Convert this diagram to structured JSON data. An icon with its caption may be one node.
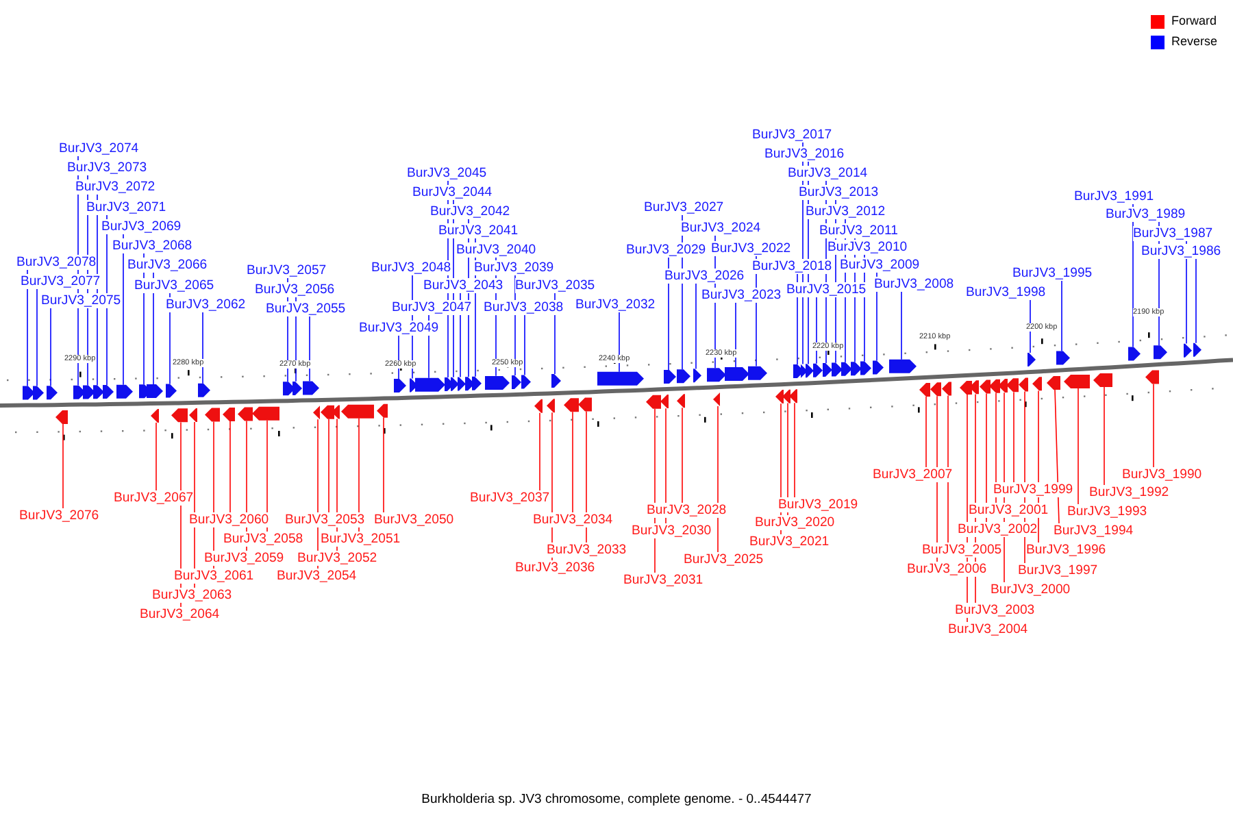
{
  "diagram": {
    "caption": "Burkholderia sp. JV3 chromosome, complete genome. - 0..4544477",
    "nodes": [
      {
        "text": [
          "BurJV3_2074"
        ]
      },
      {
        "text": [
          "BurJV3_2073"
        ]
      },
      {
        "text": [
          "BurJV3_2072"
        ]
      },
      {
        "text": [
          "BurJV3_2071"
        ]
      },
      {
        "text": [
          "BurJV3_2069"
        ]
      },
      {
        "text": [
          "BurJV3_2068"
        ]
      },
      {
        "text": [
          "BurJV3_2078"
        ]
      },
      {
        "text": [
          "BurJV3_2077"
        ]
      },
      {
        "text": [
          "BurJV3_2075"
        ]
      },
      {
        "text": [
          "BurJV3_2066"
        ]
      },
      {
        "text": [
          "BurJV3_2065"
        ]
      },
      {
        "text": [
          "BurJV3_2062"
        ]
      },
      {
        "text": [
          "BurJV3_2057"
        ]
      },
      {
        "text": [
          "BurJV3_2056"
        ]
      },
      {
        "text": [
          "BurJV3_2055"
        ]
      },
      {
        "text": [
          "BurJV3_2045"
        ]
      },
      {
        "text": [
          "BurJV3_2044"
        ]
      },
      {
        "text": [
          "BurJV3_2042"
        ]
      },
      {
        "text": [
          "BurJV3_2041"
        ]
      },
      {
        "text": [
          "BurJV3_2040"
        ]
      },
      {
        "text": [
          "BurJV3_2048"
        ]
      },
      {
        "text": [
          "BurJV3_2043"
        ]
      },
      {
        "text": [
          "BurJV3_2039"
        ]
      },
      {
        "text": [
          "BurJV3_2035"
        ]
      },
      {
        "text": [
          "BurJV3_2047"
        ]
      },
      {
        "text": [
          "BurJV3_2038"
        ]
      },
      {
        "text": [
          "BurJV3_2049"
        ]
      },
      {
        "text": [
          "BurJV3_2032"
        ]
      },
      {
        "text": [
          "BurJV3_2027"
        ]
      },
      {
        "text": [
          "BurJV3_2024"
        ]
      },
      {
        "text": [
          "BurJV3_2022"
        ]
      },
      {
        "text": [
          "BurJV3_2029"
        ]
      },
      {
        "text": [
          "BurJV3_2026"
        ]
      },
      {
        "text": [
          "BurJV3_2023"
        ]
      },
      {
        "text": [
          "BurJV3_2017"
        ]
      },
      {
        "text": [
          "BurJV3_2016"
        ]
      },
      {
        "text": [
          "BurJV3_2014"
        ]
      },
      {
        "text": [
          "BurJV3_2013"
        ]
      },
      {
        "text": [
          "BurJV3_2012"
        ]
      },
      {
        "text": [
          "BurJV3_2011"
        ]
      },
      {
        "text": [
          "BurJV3_2010"
        ]
      },
      {
        "text": [
          "BurJV3_2018"
        ]
      },
      {
        "text": [
          "BurJV3_2009"
        ]
      },
      {
        "text": [
          "BurJV3_2015"
        ]
      },
      {
        "text": [
          "BurJV3_2008"
        ]
      },
      {
        "text": [
          "BurJV3_1998"
        ]
      },
      {
        "text": [
          "BurJV3_1995"
        ]
      },
      {
        "text": [
          "BurJV3_1991"
        ]
      },
      {
        "text": [
          "BurJV3_1989"
        ]
      },
      {
        "text": [
          "BurJV3_1987"
        ]
      },
      {
        "text": [
          "BurJV3_1986"
        ]
      },
      {
        "text": [
          "BurJV3_2076"
        ]
      },
      {
        "text": [
          "BurJV3_2067"
        ]
      },
      {
        "text": [
          "BurJV3_2060"
        ]
      },
      {
        "text": [
          "BurJV3_2058"
        ]
      },
      {
        "text": [
          "BurJV3_2059"
        ]
      },
      {
        "text": [
          "BurJV3_2061"
        ]
      },
      {
        "text": [
          "BurJV3_2063"
        ]
      },
      {
        "text": [
          "BurJV3_2064"
        ]
      },
      {
        "text": [
          "BurJV3_2053"
        ]
      },
      {
        "text": [
          "BurJV3_2050"
        ]
      },
      {
        "text": [
          "BurJV3_2051"
        ]
      },
      {
        "text": [
          "BurJV3_2052"
        ]
      },
      {
        "text": [
          "BurJV3_2054"
        ]
      },
      {
        "text": [
          "BurJV3_2037"
        ]
      },
      {
        "text": [
          "BurJV3_2034"
        ]
      },
      {
        "text": [
          "BurJV3_2033"
        ]
      },
      {
        "text": [
          "BurJV3_2036"
        ]
      },
      {
        "text": [
          "BurJV3_2028"
        ]
      },
      {
        "text": [
          "BurJV3_2030"
        ]
      },
      {
        "text": [
          "BurJV3_2031"
        ]
      },
      {
        "text": [
          "BurJV3_2025"
        ]
      },
      {
        "text": [
          "BurJV3_2019"
        ]
      },
      {
        "text": [
          "BurJV3_2020"
        ]
      },
      {
        "text": [
          "BurJV3_2021"
        ]
      },
      {
        "text": [
          "BurJV3_2007"
        ]
      },
      {
        "text": [
          "BurJV3_2005"
        ]
      },
      {
        "text": [
          "BurJV3_2006"
        ]
      },
      {
        "text": [
          "BurJV3_2003"
        ]
      },
      {
        "text": [
          "BurJV3_2004"
        ]
      },
      {
        "text": [
          "BurJV3_1999"
        ]
      },
      {
        "text": [
          "BurJV3_2001"
        ]
      },
      {
        "text": [
          "BurJV3_2002"
        ]
      },
      {
        "text": [
          "BurJV3_2000"
        ]
      },
      {
        "text": [
          "BurJV3_1997"
        ]
      },
      {
        "text": [
          "BurJV3_1996"
        ]
      },
      {
        "text": [
          "BurJV3_1994"
        ]
      },
      {
        "text": [
          "BurJV3_1993"
        ]
      },
      {
        "text": [
          "BurJV3_1992"
        ]
      },
      {
        "text": [
          "BurJV3_1990"
        ]
      },
      {
        "text": [],
        "shape": "arrow"
      },
      {
        "text": [],
        "shape": "arrow"
      },
      {
        "text": [],
        "shape": "arrow"
      },
      {
        "text": [],
        "shape": "arrow"
      },
      {
        "text": [],
        "shape": "arrow"
      },
      {
        "text": [],
        "shape": "arrow"
      },
      {
        "text": [],
        "shape": "arrow"
      },
      {
        "text": [],
        "shape": "arrow"
      },
      {
        "text": [],
        "shape": "arrow"
      },
      {
        "text": [],
        "shape": "arrow"
      },
      {
        "text": [],
        "shape": "arrow"
      },
      {
        "text": [],
        "shape": "arrow"
      },
      {
        "text": [],
        "shape": "arrow"
      },
      {
        "text": [],
        "shape": "arrow"
      },
      {
        "text": [],
        "shape": "arrow"
      },
      {
        "text": [],
        "shape": "arrow"
      },
      {
        "text": [],
        "shape": "arrow"
      },
      {
        "text": [],
        "shape": "arrow"
      },
      {
        "text": [],
        "shape": "arrow"
      },
      {
        "text": [],
        "shape": "arrow"
      },
      {
        "text": [],
        "shape": "arrow"
      },
      {
        "text": [],
        "shape": "arrow"
      },
      {
        "text": [],
        "shape": "arrow"
      },
      {
        "text": [],
        "shape": "arrow"
      },
      {
        "text": [],
        "shape": "arrow"
      },
      {
        "text": [],
        "shape": "arrow"
      },
      {
        "text": [],
        "shape": "arrow"
      },
      {
        "text": [],
        "shape": "arrow"
      },
      {
        "text": [],
        "shape": "arrow"
      },
      {
        "text": [],
        "shape": "arrow"
      },
      {
        "text": [],
        "shape": "arrow"
      },
      {
        "text": [],
        "shape": "arrow"
      },
      {
        "text": [],
        "shape": "arrow"
      },
      {
        "text": [],
        "shape": "arrow"
      },
      {
        "text": [],
        "shape": "arrow"
      },
      {
        "text": [],
        "shape": "arrow"
      },
      {
        "text": [],
        "shape": "arrow"
      },
      {
        "text": [],
        "shape": "arrow"
      },
      {
        "text": [],
        "shape": "arrow"
      },
      {
        "text": [],
        "shape": "arrow"
      },
      {
        "text": [],
        "shape": "arrow"
      },
      {
        "text": [],
        "shape": "arrow"
      },
      {
        "text": [],
        "shape": "arrow"
      },
      {
        "text": [],
        "shape": "arrow"
      },
      {
        "text": [],
        "shape": "arrow"
      },
      {
        "text": [],
        "shape": "arrow"
      },
      {
        "text": [],
        "shape": "arrow"
      },
      {
        "text": [],
        "shape": "arrow"
      },
      {
        "text": [],
        "shape": "arrow"
      },
      {
        "text": [],
        "shape": "arrow"
      },
      {
        "text": [],
        "shape": "arrow"
      },
      {
        "text": [],
        "shape": "arrow"
      },
      {
        "text": [],
        "shape": "arrow"
      },
      {
        "text": [],
        "shape": "arrow"
      },
      {
        "text": [],
        "shape": "arrow"
      },
      {
        "text": [],
        "shape": "arrow"
      },
      {
        "text": [],
        "shape": "arrow"
      },
      {
        "text": [],
        "shape": "arrow"
      },
      {
        "text": [],
        "shape": "arrow"
      },
      {
        "text": [],
        "shape": "arrow"
      },
      {
        "text": [],
        "shape": "arrow"
      },
      {
        "text": [],
        "shape": "arrow"
      },
      {
        "text": [],
        "shape": "arrow"
      },
      {
        "text": [],
        "shape": "arrow"
      },
      {
        "text": [],
        "shape": "arrow"
      },
      {
        "text": [],
        "shape": "arrow"
      },
      {
        "text": [],
        "shape": "arrow"
      },
      {
        "text": [],
        "shape": "arrow"
      },
      {
        "text": [],
        "shape": "arrow"
      },
      {
        "text": [],
        "shape": "arrow"
      },
      {
        "text": [],
        "shape": "arrow"
      },
      {
        "text": [],
        "shape": "arrow"
      },
      {
        "text": [],
        "shape": "arrow"
      },
      {
        "text": [],
        "shape": "arrow"
      },
      {
        "text": [],
        "shape": "arrow"
      },
      {
        "text": [],
        "shape": "arrow"
      },
      {
        "text": [],
        "shape": "arrow"
      },
      {
        "text": [],
        "shape": "arrow"
      },
      {
        "text": [],
        "shape": "arrow"
      },
      {
        "text": [],
        "shape": "arrow"
      },
      {
        "text": [],
        "shape": "arrow"
      },
      {
        "text": [],
        "shape": "arrow"
      },
      {
        "text": [],
        "shape": "arrow"
      },
      {
        "text": [],
        "shape": "arrow"
      },
      {
        "text": [],
        "shape": "arrow"
      },
      {
        "text": [],
        "shape": "arrow"
      },
      {
        "text": [],
        "shape": "arrow"
      },
      {
        "text": [],
        "shape": "arrow"
      },
      {
        "text": [],
        "shape": "arrow"
      },
      {
        "text": [],
        "shape": "arrow"
      }
    ],
    "edges": [
      {
        "from": 0,
        "to": 93,
        "arrow": "none"
      },
      {
        "from": 1,
        "to": 94,
        "arrow": "none"
      },
      {
        "from": 2,
        "to": 95,
        "arrow": "none"
      },
      {
        "from": 3,
        "to": 96,
        "arrow": "none"
      },
      {
        "from": 4,
        "to": 97,
        "arrow": "none"
      },
      {
        "from": 5,
        "to": 98,
        "arrow": "none"
      },
      {
        "from": 6,
        "to": 90,
        "arrow": "none"
      },
      {
        "from": 7,
        "to": 91,
        "arrow": "none"
      },
      {
        "from": 8,
        "to": 92,
        "arrow": "none"
      },
      {
        "from": 9,
        "to": 99,
        "arrow": "none"
      },
      {
        "from": 10,
        "to": 100,
        "arrow": "none"
      },
      {
        "from": 11,
        "to": 101,
        "arrow": "none"
      },
      {
        "from": 12,
        "to": 102,
        "arrow": "none"
      },
      {
        "from": 13,
        "to": 103,
        "arrow": "none"
      },
      {
        "from": 14,
        "to": 104,
        "arrow": "none"
      },
      {
        "from": 15,
        "to": 108,
        "arrow": "none"
      },
      {
        "from": 16,
        "to": 109,
        "arrow": "none"
      },
      {
        "from": 17,
        "to": 111,
        "arrow": "none"
      },
      {
        "from": 18,
        "to": 112,
        "arrow": "none"
      },
      {
        "from": 19,
        "to": 113,
        "arrow": "none"
      },
      {
        "from": 20,
        "to": 106,
        "arrow": "none"
      },
      {
        "from": 21,
        "to": 110,
        "arrow": "none"
      },
      {
        "from": 22,
        "to": 114,
        "arrow": "none"
      },
      {
        "from": 23,
        "to": 116,
        "arrow": "none"
      },
      {
        "from": 24,
        "to": 107,
        "arrow": "none"
      },
      {
        "from": 25,
        "to": 115,
        "arrow": "none"
      },
      {
        "from": 26,
        "to": 105,
        "arrow": "none"
      },
      {
        "from": 27,
        "to": 117,
        "arrow": "none"
      },
      {
        "from": 28,
        "to": 119,
        "arrow": "none"
      },
      {
        "from": 29,
        "to": 121,
        "arrow": "none"
      },
      {
        "from": 30,
        "to": 123,
        "arrow": "none"
      },
      {
        "from": 31,
        "to": 118,
        "arrow": "none"
      },
      {
        "from": 32,
        "to": 120,
        "arrow": "none"
      },
      {
        "from": 33,
        "to": 122,
        "arrow": "none"
      },
      {
        "from": 34,
        "to": 125,
        "arrow": "none"
      },
      {
        "from": 35,
        "to": 126,
        "arrow": "none"
      },
      {
        "from": 36,
        "to": 128,
        "arrow": "none"
      },
      {
        "from": 37,
        "to": 129,
        "arrow": "none"
      },
      {
        "from": 38,
        "to": 130,
        "arrow": "none"
      },
      {
        "from": 39,
        "to": 131,
        "arrow": "none"
      },
      {
        "from": 40,
        "to": 132,
        "arrow": "none"
      },
      {
        "from": 41,
        "to": 124,
        "arrow": "none"
      },
      {
        "from": 42,
        "to": 133,
        "arrow": "none"
      },
      {
        "from": 43,
        "to": 127,
        "arrow": "none"
      },
      {
        "from": 44,
        "to": 134,
        "arrow": "none"
      },
      {
        "from": 45,
        "to": 135,
        "arrow": "none"
      },
      {
        "from": 46,
        "to": 136,
        "arrow": "none"
      },
      {
        "from": 47,
        "to": 137,
        "arrow": "none"
      },
      {
        "from": 48,
        "to": 138,
        "arrow": "none"
      },
      {
        "from": 49,
        "to": 139,
        "arrow": "none"
      },
      {
        "from": 50,
        "to": 140,
        "arrow": "none"
      },
      {
        "from": 51,
        "to": 141,
        "arrow": "none",
        "color": "#ff0000"
      },
      {
        "from": 52,
        "to": 142,
        "arrow": "none",
        "color": "#ff0000"
      },
      {
        "from": 53,
        "to": 146,
        "arrow": "none",
        "color": "#ff0000"
      },
      {
        "from": 54,
        "to": 148,
        "arrow": "none",
        "color": "#ff0000"
      },
      {
        "from": 55,
        "to": 147,
        "arrow": "none",
        "color": "#ff0000"
      },
      {
        "from": 56,
        "to": 145,
        "arrow": "none",
        "color": "#ff0000"
      },
      {
        "from": 57,
        "to": 144,
        "arrow": "none",
        "color": "#ff0000"
      },
      {
        "from": 58,
        "to": 143,
        "arrow": "none",
        "color": "#ff0000"
      },
      {
        "from": 59,
        "to": 150,
        "arrow": "none",
        "color": "#ff0000"
      },
      {
        "from": 60,
        "to": 153,
        "arrow": "none",
        "color": "#ff0000"
      },
      {
        "from": 61,
        "to": 152,
        "arrow": "none",
        "color": "#ff0000"
      },
      {
        "from": 62,
        "to": 151,
        "arrow": "none",
        "color": "#ff0000"
      },
      {
        "from": 63,
        "to": 149,
        "arrow": "none",
        "color": "#ff0000"
      },
      {
        "from": 64,
        "to": 154,
        "arrow": "none",
        "color": "#ff0000"
      },
      {
        "from": 65,
        "to": 156,
        "arrow": "none",
        "color": "#ff0000"
      },
      {
        "from": 66,
        "to": 157,
        "arrow": "none",
        "color": "#ff0000"
      },
      {
        "from": 67,
        "to": 155,
        "arrow": "none",
        "color": "#ff0000"
      },
      {
        "from": 68,
        "to": 160,
        "arrow": "none",
        "color": "#ff0000"
      },
      {
        "from": 69,
        "to": 159,
        "arrow": "none",
        "color": "#ff0000"
      },
      {
        "from": 70,
        "to": 158,
        "arrow": "none",
        "color": "#ff0000"
      },
      {
        "from": 71,
        "to": 161,
        "arrow": "none",
        "color": "#ff0000"
      },
      {
        "from": 72,
        "to": 164,
        "arrow": "none",
        "color": "#ff0000"
      },
      {
        "from": 73,
        "to": 163,
        "arrow": "none",
        "color": "#ff0000"
      },
      {
        "from": 74,
        "to": 162,
        "arrow": "none",
        "color": "#ff0000"
      },
      {
        "from": 75,
        "to": 165,
        "arrow": "none",
        "color": "#ff0000"
      },
      {
        "from": 76,
        "to": 167,
        "arrow": "none",
        "color": "#ff0000"
      },
      {
        "from": 77,
        "to": 166,
        "arrow": "none",
        "color": "#ff0000"
      },
      {
        "from": 78,
        "to": 169,
        "arrow": "none",
        "color": "#ff0000"
      },
      {
        "from": 79,
        "to": 168,
        "arrow": "none",
        "color": "#ff0000"
      },
      {
        "from": 80,
        "to": 173,
        "arrow": "none",
        "color": "#ff0000"
      },
      {
        "from": 81,
        "to": 171,
        "arrow": "none",
        "color": "#ff0000"
      },
      {
        "from": 82,
        "to": 170,
        "arrow": "none",
        "color": "#ff0000"
      },
      {
        "from": 83,
        "to": 172,
        "arrow": "none",
        "color": "#ff0000"
      },
      {
        "from": 84,
        "to": 174,
        "arrow": "none",
        "color": "#ff0000"
      },
      {
        "from": 85,
        "to": 175,
        "arrow": "none",
        "color": "#ff0000"
      },
      {
        "from": 86,
        "to": 176,
        "arrow": "none",
        "color": "#ff0000"
      },
      {
        "from": 87,
        "to": 177,
        "arrow": "none",
        "color": "#ff0000"
      },
      {
        "from": 88,
        "to": 178,
        "arrow": "none",
        "color": "#ff0000"
      },
      {
        "from": 89,
        "to": 179,
        "arrow": "none",
        "color": "#ff0000"
      }
    ],
    "labels": [
      "2290 kbp",
      "2280 kbp",
      "2270 kbp",
      "2260 kbp",
      "2250 kbp",
      "2240 kbp",
      "2230 kbp",
      "2220 kbp",
      "2210 kbp",
      "2200 kbp",
      "2190 kbp"
    ],
    "legend": [
      {
        "text": "Forward",
        "color": "#ff0000"
      },
      {
        "text": "Reverse",
        "color": "#0000ff"
      }
    ]
  }
}
